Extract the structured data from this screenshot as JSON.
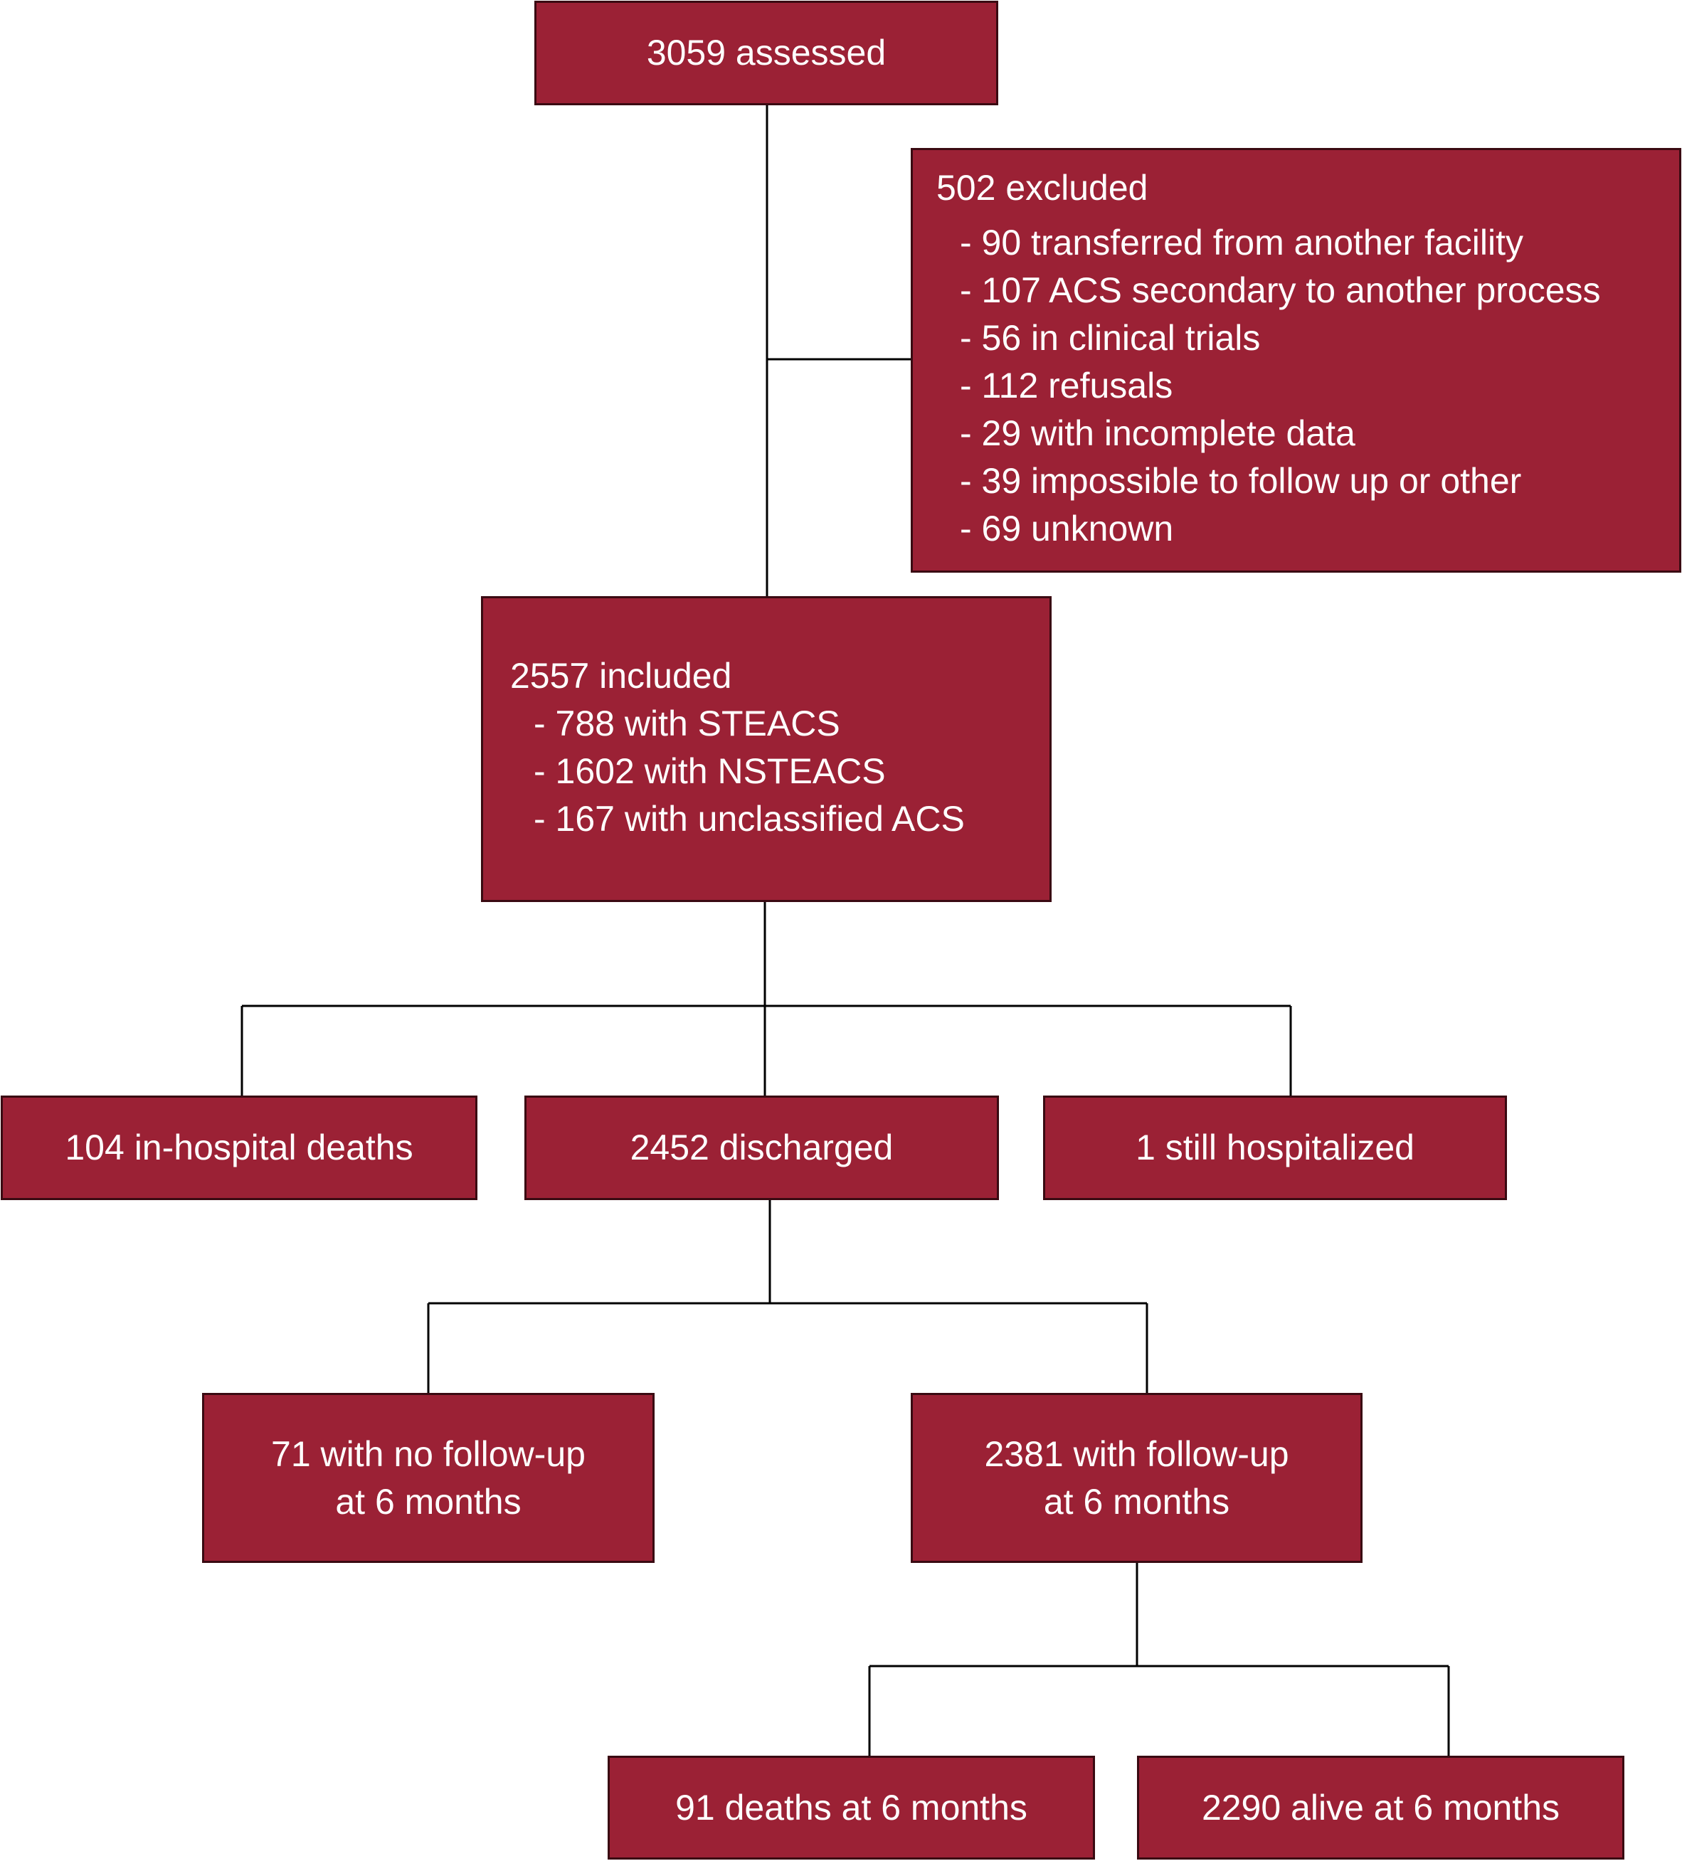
{
  "assessed": {
    "label": "3059 assessed"
  },
  "excluded": {
    "title": "502 excluded",
    "items": [
      "- 90 transferred from another facility",
      "- 107 ACS secondary to another process",
      "- 56 in clinical trials",
      "- 112 refusals",
      "- 29 with incomplete data",
      "- 39 impossible to follow up or other",
      "- 69 unknown"
    ]
  },
  "included": {
    "title": "2557 included",
    "items": [
      "- 788 with STEACS",
      "- 1602 with NSTEACS",
      "- 167 with unclassified ACS"
    ]
  },
  "in_hospital_deaths": {
    "label": "104 in-hospital deaths"
  },
  "discharged": {
    "label": "2452 discharged"
  },
  "still_hospitalized": {
    "label": "1 still hospitalized"
  },
  "no_follow_up": {
    "line1": "71 with no follow-up",
    "line2": "at 6 months"
  },
  "follow_up": {
    "line1": "2381 with follow-up",
    "line2": "at 6 months"
  },
  "deaths_6m": {
    "label": "91 deaths at 6 months"
  },
  "alive_6m": {
    "label": "2290 alive at 6 months"
  },
  "colors": {
    "box_fill": "#9b2135",
    "box_border": "#3a0a12",
    "text": "#ffffff",
    "connector": "#000000"
  }
}
